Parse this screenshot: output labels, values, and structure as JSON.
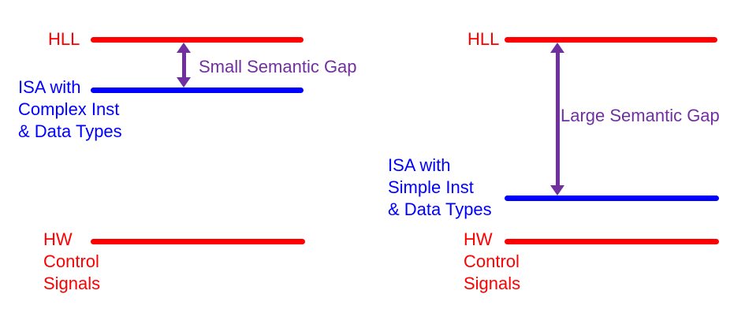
{
  "colors": {
    "red": "#FF0000",
    "blue": "#0000FF",
    "purple": "#7030A0"
  },
  "left_diagram": {
    "hll_label": "HLL",
    "gap_label": "Small Semantic Gap",
    "isa_lines": [
      "ISA with",
      "Complex Inst",
      "& Data Types"
    ],
    "hw_lines": [
      "HW",
      "Control",
      "Signals"
    ]
  },
  "right_diagram": {
    "hll_label": "HLL",
    "gap_label": "Large Semantic Gap",
    "isa_lines": [
      "ISA with",
      "Simple Inst",
      "& Data Types"
    ],
    "hw_lines": [
      "HW",
      "Control",
      "Signals"
    ]
  }
}
